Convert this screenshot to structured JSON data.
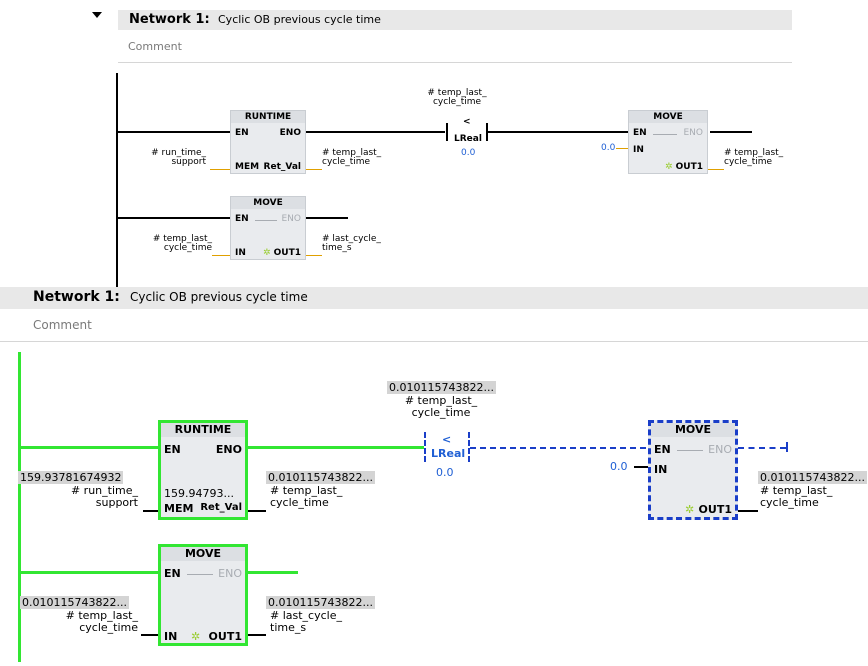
{
  "top": {
    "network_label": "Network 1:",
    "network_title": "Cyclic OB previous cycle time",
    "comment": "Comment",
    "runtime": {
      "title": "RUNTIME",
      "en": "EN",
      "eno": "ENO",
      "mem": "MEM",
      "ret_val": "Ret_Val",
      "in_tag": "# run_time_\nsupport",
      "out_tag": "# temp_last_\ncycle_time"
    },
    "compare": {
      "tag": "# temp_last_\ncycle_time",
      "op": "<",
      "type": "LReal",
      "value": "0.0"
    },
    "move1": {
      "title": "MOVE",
      "en": "EN",
      "eno": "ENO",
      "in": "IN",
      "out": "OUT1",
      "in_value": "0.0",
      "out_tag": "# temp_last_\ncycle_time"
    },
    "move2": {
      "title": "MOVE",
      "en": "EN",
      "eno": "ENO",
      "in": "IN",
      "out": "OUT1",
      "in_tag": "# temp_last_\ncycle_time",
      "out_tag": "# last_cycle_\ntime_s"
    }
  },
  "bottom": {
    "network_label": "Network 1:",
    "network_title": "Cyclic OB previous cycle time",
    "comment": "Comment",
    "runtime": {
      "title": "RUNTIME",
      "en": "EN",
      "eno": "ENO",
      "mem": "MEM",
      "ret_val": "Ret_Val",
      "in_value": "159.93781674932",
      "in_tag": "# run_time_\nsupport",
      "mem_value": "159.94793...",
      "out_value": "0.010115743822...",
      "out_tag": "# temp_last_\ncycle_time"
    },
    "compare": {
      "value_live": "0.010115743822...",
      "tag": "# temp_last_\ncycle_time",
      "op": "<",
      "type": "LReal",
      "value": "0.0"
    },
    "move1": {
      "title": "MOVE",
      "en": "EN",
      "eno": "ENO",
      "in": "IN",
      "out": "OUT1",
      "in_value": "0.0",
      "out_value": "0.010115743822...",
      "out_tag": "# temp_last_\ncycle_time"
    },
    "move2": {
      "title": "MOVE",
      "en": "EN",
      "eno": "ENO",
      "in": "IN",
      "out": "OUT1",
      "in_value": "0.010115743822...",
      "in_tag": "# temp_last_\ncycle_time",
      "out_value": "0.010115743822...",
      "out_tag": "# last_cycle_\ntime_s"
    }
  },
  "colors": {
    "energized": "#32e632",
    "not_energized": "#1a3ec8",
    "wire_black": "#000000",
    "value_blue": "#1f5fd4"
  },
  "icons": {
    "collapse": "triangle-down-icon",
    "out_marker": "sun-icon"
  }
}
